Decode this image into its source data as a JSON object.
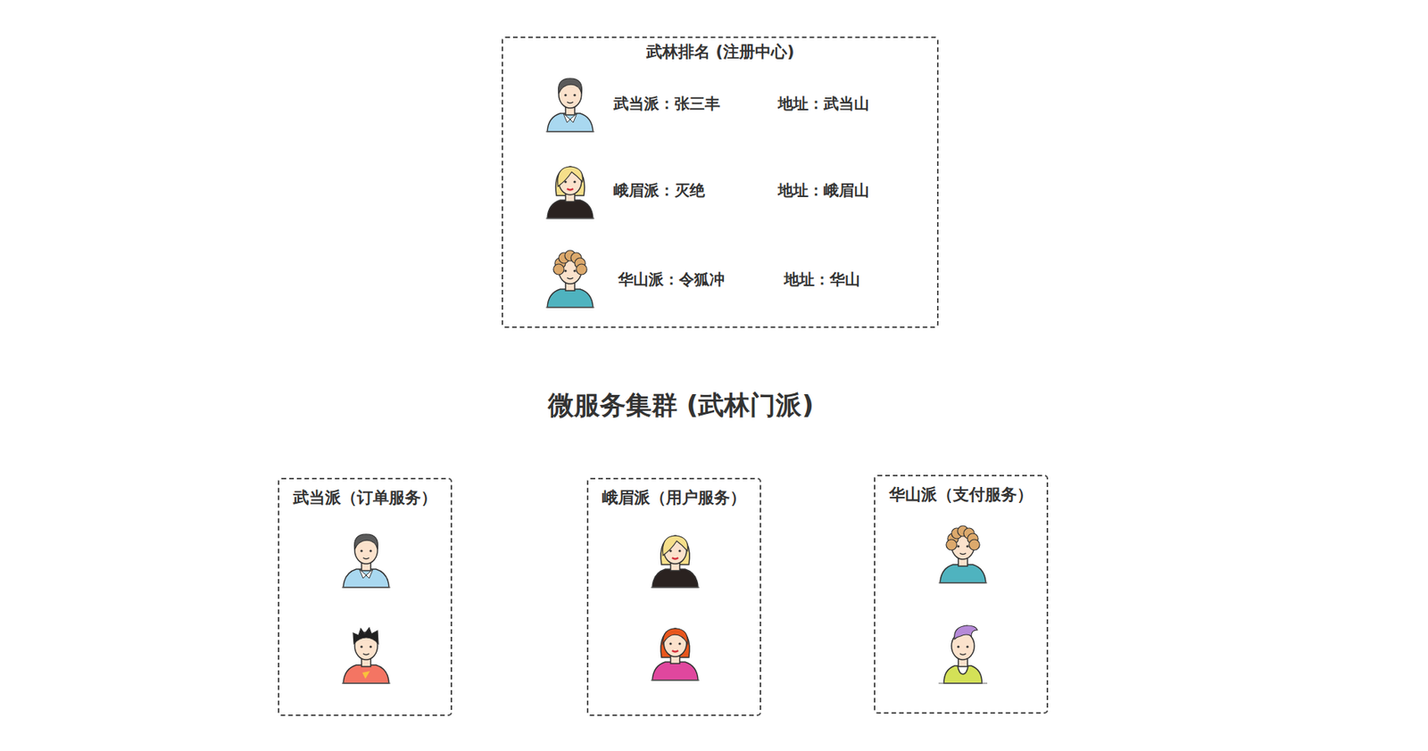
{
  "diagram": {
    "nodes": [
      {
        "text": [
          "武林排名 (注册中心)",
          "武当派：张三丰",
          "地址：武当山",
          "峨眉派：灭绝",
          "地址：峨眉山",
          "华山派：令狐冲",
          "地址：华山"
        ]
      },
      {
        "text": [
          "武当派（订单服务）"
        ]
      },
      {
        "text": [
          "峨眉派（用户服务）"
        ]
      },
      {
        "text": [
          "华山派（支付服务）"
        ]
      }
    ],
    "labels": [
      "微服务集群 (武林门派)"
    ]
  }
}
